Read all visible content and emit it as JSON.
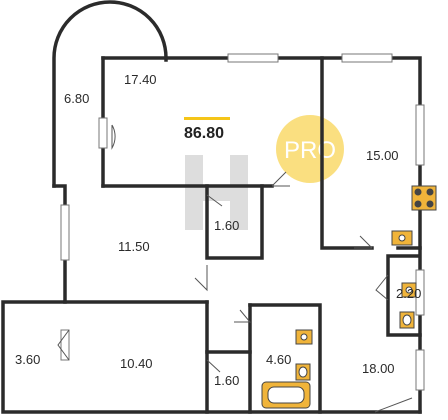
{
  "total_area": "86.80",
  "badge": "PRO",
  "rooms": [
    {
      "id": "loggia-top",
      "area": "6.80"
    },
    {
      "id": "room-17",
      "area": "17.40"
    },
    {
      "id": "room-15",
      "area": "15.00"
    },
    {
      "id": "closet",
      "area": "1.60"
    },
    {
      "id": "room-11",
      "area": "11.50"
    },
    {
      "id": "bath-2",
      "area": "2.20"
    },
    {
      "id": "loggia-left",
      "area": "3.60"
    },
    {
      "id": "room-10",
      "area": "10.40"
    },
    {
      "id": "bath-4",
      "area": "4.60"
    },
    {
      "id": "hall",
      "area": "18.00"
    },
    {
      "id": "storage",
      "area": "1.60"
    }
  ],
  "colors": {
    "accent": "#f5c518",
    "wall": "#2b2b2b",
    "fixture": "#f0b43a"
  }
}
